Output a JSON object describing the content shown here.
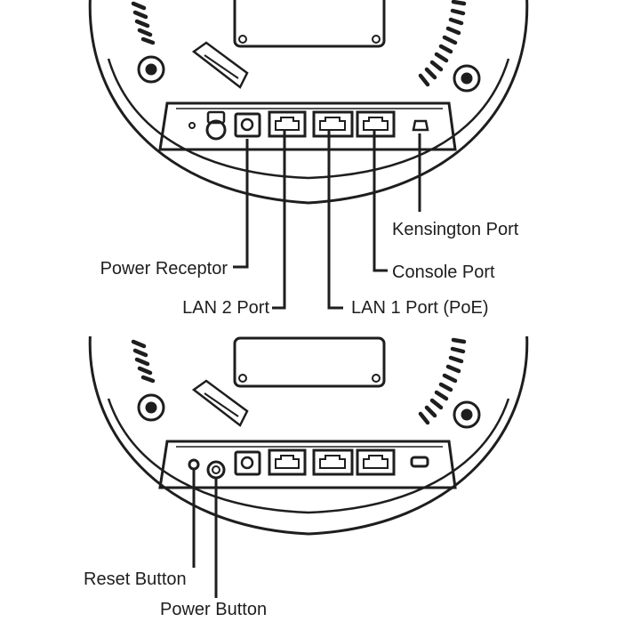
{
  "colors": {
    "line": "#1e1e1e",
    "background": "#ffffff"
  },
  "top_diagram": {
    "labels": {
      "kensington": "Kensington Port",
      "power_receptor": "Power Receptor",
      "console": "Console Port",
      "lan2": "LAN 2 Port",
      "lan1": "LAN 1 Port (PoE)"
    }
  },
  "bottom_diagram": {
    "labels": {
      "reset": "Reset Button",
      "power_button": "Power Button"
    }
  }
}
